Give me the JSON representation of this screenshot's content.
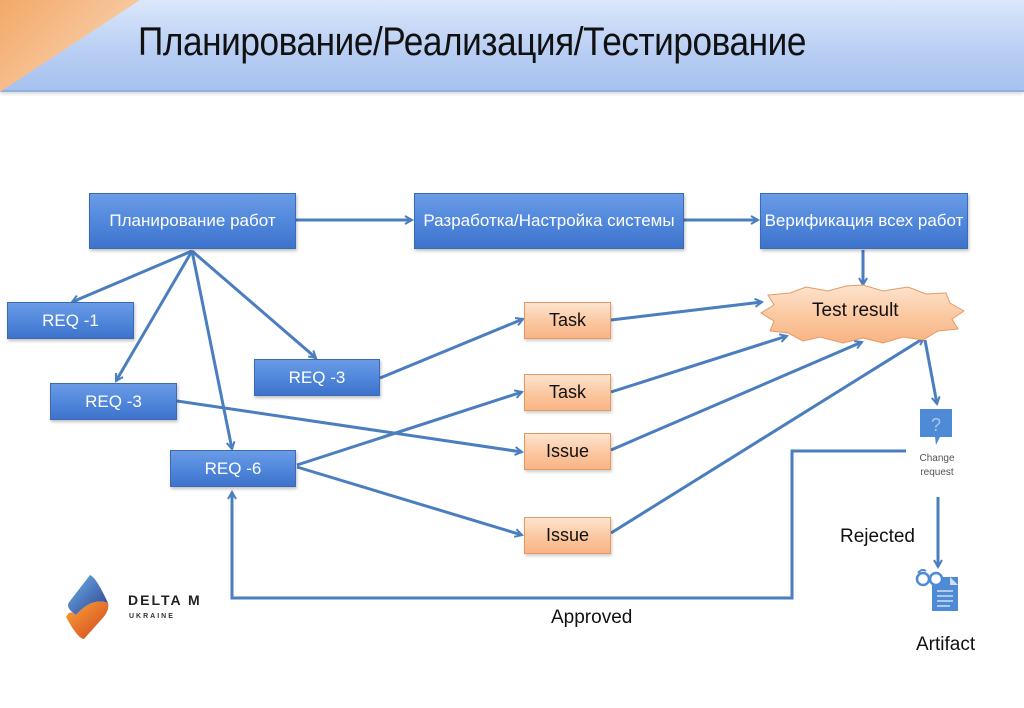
{
  "header": {
    "title": "Планирование/Реализация/Тестирование"
  },
  "stages": [
    {
      "id": "planning",
      "label": "Планирование работ"
    },
    {
      "id": "development",
      "label": "Разработка/Настройка системы"
    },
    {
      "id": "verification",
      "label": "Верификация всех работ"
    }
  ],
  "requirements": [
    {
      "id": "req1",
      "label": "REQ -1"
    },
    {
      "id": "req3a",
      "label": "REQ -3"
    },
    {
      "id": "req3b",
      "label": "REQ -3"
    },
    {
      "id": "req6",
      "label": "REQ -6"
    }
  ],
  "work_items": [
    {
      "id": "task1",
      "label": "Task"
    },
    {
      "id": "task2",
      "label": "Task"
    },
    {
      "id": "issue1",
      "label": "Issue"
    },
    {
      "id": "issue2",
      "label": "Issue"
    }
  ],
  "test_result": {
    "label": "Test result"
  },
  "change_request": {
    "label_line1": "Change",
    "label_line2": "request",
    "icon": "question-bubble-icon"
  },
  "artifact": {
    "label": "Artifact",
    "icon": "glasses-document-icon"
  },
  "edge_labels": {
    "rejected": "Rejected",
    "approved": "Approved"
  },
  "logo": {
    "name": "DELTA M",
    "sub": "UKRAINE"
  },
  "colors": {
    "blue_box": "#4f86db",
    "orange_box": "#fbc79f",
    "arrow": "#4a7ebf",
    "header": "#b7cdf3",
    "corner": "#f3a867"
  }
}
